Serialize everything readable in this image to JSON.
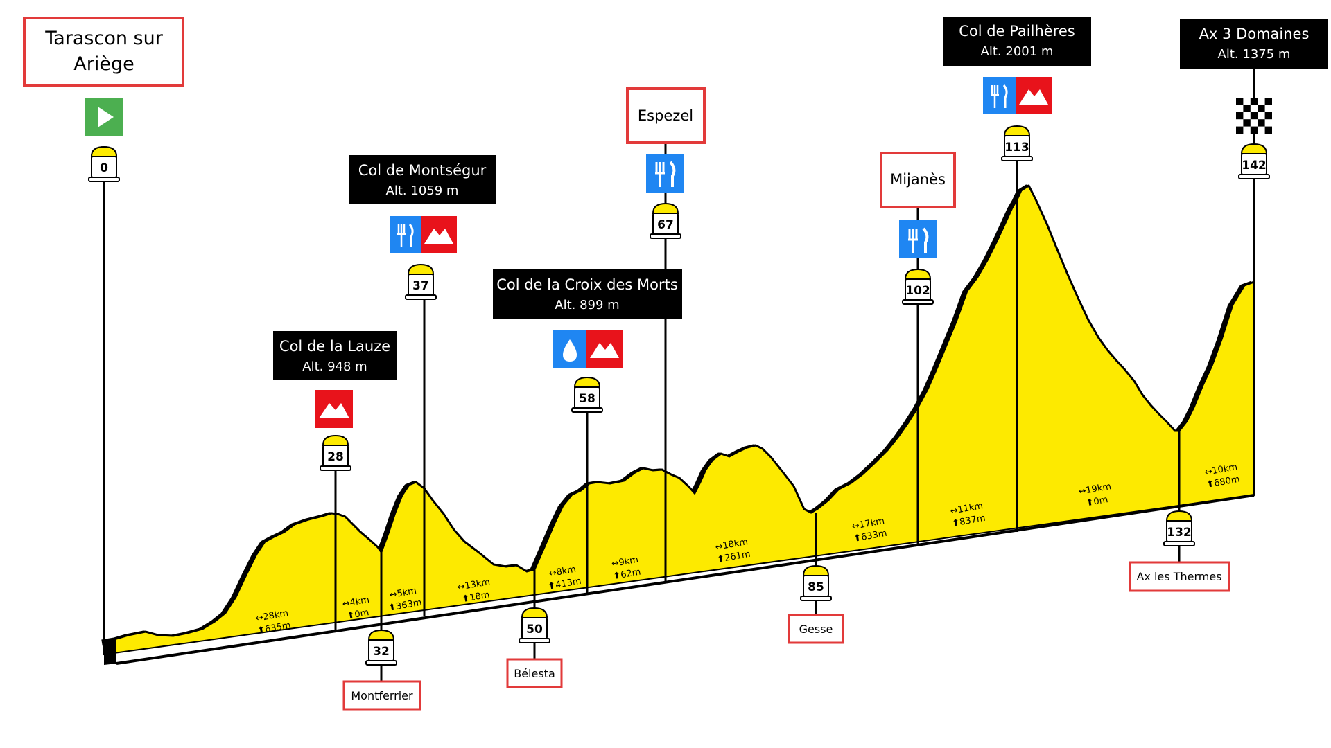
{
  "colors": {
    "profile_fill": "#fdea00",
    "profile_edge": "#000000",
    "box_border": "#e23a3a",
    "black_box": "#000000",
    "start_green": "#4caf50",
    "food_blue": "#1f86f2",
    "mountain_red": "#e8131b",
    "water_blue": "#1f86f2",
    "milestone_cap": "#fdea00"
  },
  "places": [
    {
      "id": "tarascon",
      "km": "0",
      "style": "red-box",
      "lines": [
        "Tarascon sur",
        "Ariège"
      ],
      "icons": [
        "start-flag-icon"
      ]
    },
    {
      "id": "lauze",
      "km": "28",
      "style": "black-box",
      "lines": [
        "Col de la Lauze",
        "Alt. 948 m"
      ],
      "icons": [
        "mountain-icon"
      ]
    },
    {
      "id": "montferrier",
      "km": "32",
      "style": "red-box-below",
      "lines": [
        "Montferrier"
      ],
      "icons": []
    },
    {
      "id": "montsegur",
      "km": "37",
      "style": "black-box",
      "lines": [
        "Col de Montségur",
        "Alt. 1059 m"
      ],
      "icons": [
        "food-icon",
        "mountain-icon"
      ]
    },
    {
      "id": "belesta",
      "km": "50",
      "style": "red-box-below",
      "lines": [
        "Bélesta"
      ],
      "icons": []
    },
    {
      "id": "croix-des-morts",
      "km": "58",
      "style": "black-box",
      "lines": [
        "Col de la Croix des Morts",
        "Alt. 899 m"
      ],
      "icons": [
        "water-icon",
        "mountain-icon"
      ]
    },
    {
      "id": "espezel",
      "km": "67",
      "style": "red-box",
      "lines": [
        "Espezel"
      ],
      "icons": [
        "food-icon"
      ]
    },
    {
      "id": "gesse",
      "km": "85",
      "style": "red-box-below",
      "lines": [
        "Gesse"
      ],
      "icons": []
    },
    {
      "id": "mijanes",
      "km": "102",
      "style": "red-box",
      "lines": [
        "Mijanès"
      ],
      "icons": [
        "food-icon"
      ]
    },
    {
      "id": "pailheres",
      "km": "113",
      "style": "black-box",
      "lines": [
        "Col de Pailhères",
        "Alt. 2001 m"
      ],
      "icons": [
        "food-icon",
        "mountain-icon"
      ]
    },
    {
      "id": "ax-thermes",
      "km": "132",
      "style": "red-box-below",
      "lines": [
        "Ax les Thermes"
      ],
      "icons": []
    },
    {
      "id": "ax-3-domaines",
      "km": "142",
      "style": "black-box",
      "lines": [
        "Ax 3 Domaines",
        "Alt. 1375 m"
      ],
      "icons": [
        "finish-flag-icon"
      ]
    }
  ],
  "segments": [
    {
      "dist": "↔28km",
      "gain": "⬆635m"
    },
    {
      "dist": "↔4km",
      "gain": "⬆0m"
    },
    {
      "dist": "↔5km",
      "gain": "⬆363m"
    },
    {
      "dist": "↔13km",
      "gain": "⬆18m"
    },
    {
      "dist": "↔8km",
      "gain": "⬆413m"
    },
    {
      "dist": "↔9km",
      "gain": "⬆62m"
    },
    {
      "dist": "↔18km",
      "gain": "⬆261m"
    },
    {
      "dist": "↔17km",
      "gain": "⬆633m"
    },
    {
      "dist": "↔11km",
      "gain": "⬆837m"
    },
    {
      "dist": "↔19km",
      "gain": "⬆0m"
    },
    {
      "dist": "↔10km",
      "gain": "⬆680m"
    }
  ]
}
